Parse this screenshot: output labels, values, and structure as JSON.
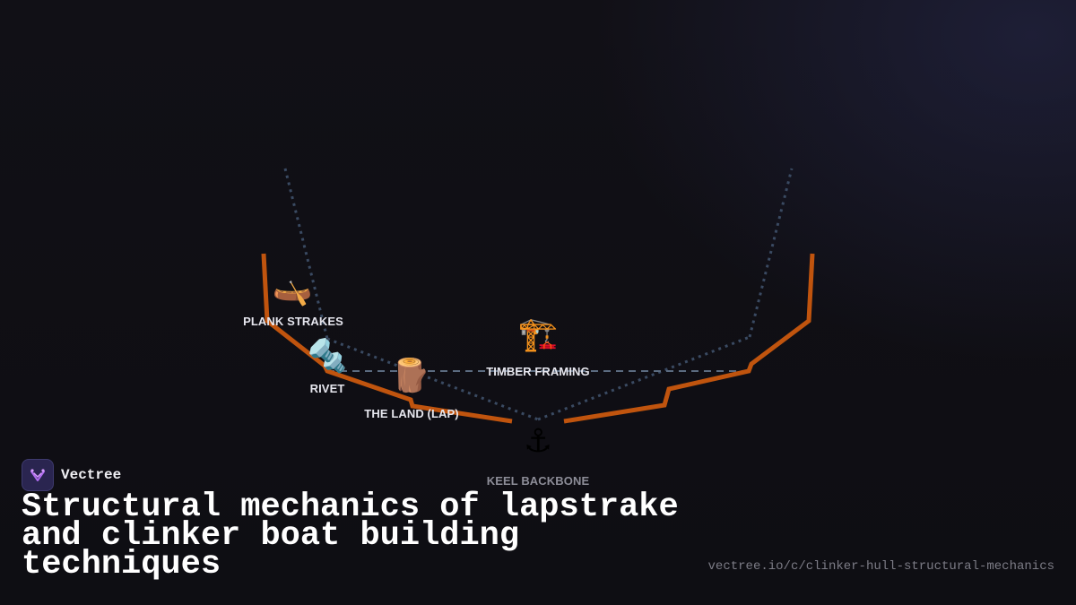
{
  "brand": {
    "name": "Vectree",
    "logo_icon": "vectree-logo-icon"
  },
  "title": "Structural mechanics of lapstrake and clinker boat building techniques",
  "url": "vectree.io/c/clinker-hull-structural-mechanics",
  "colors": {
    "background": "#111016",
    "hull_stroke": "#c0540e",
    "dotted_line": "#3a4a62",
    "dashed_line": "#5b6b80"
  },
  "nodes": [
    {
      "id": "plank-strakes",
      "label": "PLANK STRAKES",
      "icon": "canoe-icon",
      "emoji": "🛶"
    },
    {
      "id": "rivet",
      "label": "RIVET",
      "icon": "nut-and-bolt-icon",
      "emoji": "🔩"
    },
    {
      "id": "the-land",
      "label": "THE LAND (LAP)",
      "icon": "wood-log-icon",
      "emoji": "🪵"
    },
    {
      "id": "timber-framing",
      "label": "TIMBER FRAMING",
      "icon": "construction-crane-icon",
      "emoji": "🏗️"
    },
    {
      "id": "keel-backbone",
      "label": "KEEL BACKBONE",
      "icon": "anchor-icon",
      "emoji": "⚓"
    }
  ]
}
